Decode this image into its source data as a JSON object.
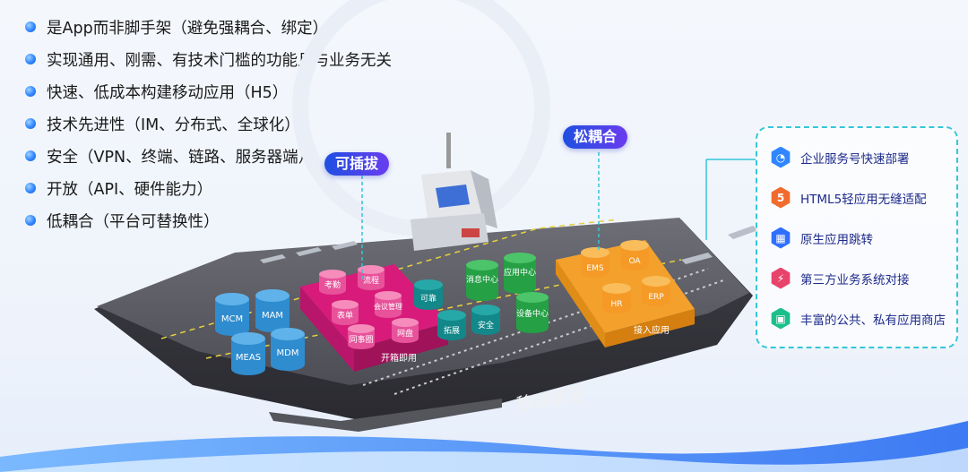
{
  "bullets": [
    "是App而非脚手架（避免强耦合、绑定）",
    "实现通用、刚需、有技术门槛的功能且与业务无关",
    "快速、低成本构建移动应用（H5）",
    "技术先进性（IM、分布式、全球化）",
    "安全（VPN、终端、链路、服务器端）",
    "开放（API、硬件能力）",
    "低耦合（平台可替换性）"
  ],
  "tags": {
    "pluggable": "可插拔",
    "loose": "松耦合"
  },
  "ship": {
    "base": "移动基座"
  },
  "cylinders": {
    "blue": [
      "MCM",
      "MAM",
      "MEAS",
      "MDM"
    ],
    "pink": [
      "考勤",
      "流程",
      "表单",
      "会议管理",
      "同事圈",
      "网盘"
    ],
    "teal": [
      "可靠",
      "拓展",
      "安全"
    ],
    "green": [
      "消息中心",
      "应用中心",
      "设备中心"
    ],
    "orange": [
      "EMS",
      "OA",
      "HR",
      "ERP"
    ]
  },
  "platforms": {
    "pink_label": "开箱即用",
    "orange_label": "接入应用"
  },
  "panel": {
    "items": [
      {
        "label": "企业服务号快速部署",
        "icon": "clock-icon",
        "color": "#2f86ff"
      },
      {
        "label": "HTML5轻应用无缝适配",
        "icon": "html5-icon",
        "color": "#f26b2e"
      },
      {
        "label": "原生应用跳转",
        "icon": "grid-icon",
        "color": "#2f6fff"
      },
      {
        "label": "第三方业务系统对接",
        "icon": "plug-icon",
        "color": "#e8436b"
      },
      {
        "label": "丰富的公共、私有应用商店",
        "icon": "store-icon",
        "color": "#1bbf8a"
      }
    ]
  }
}
